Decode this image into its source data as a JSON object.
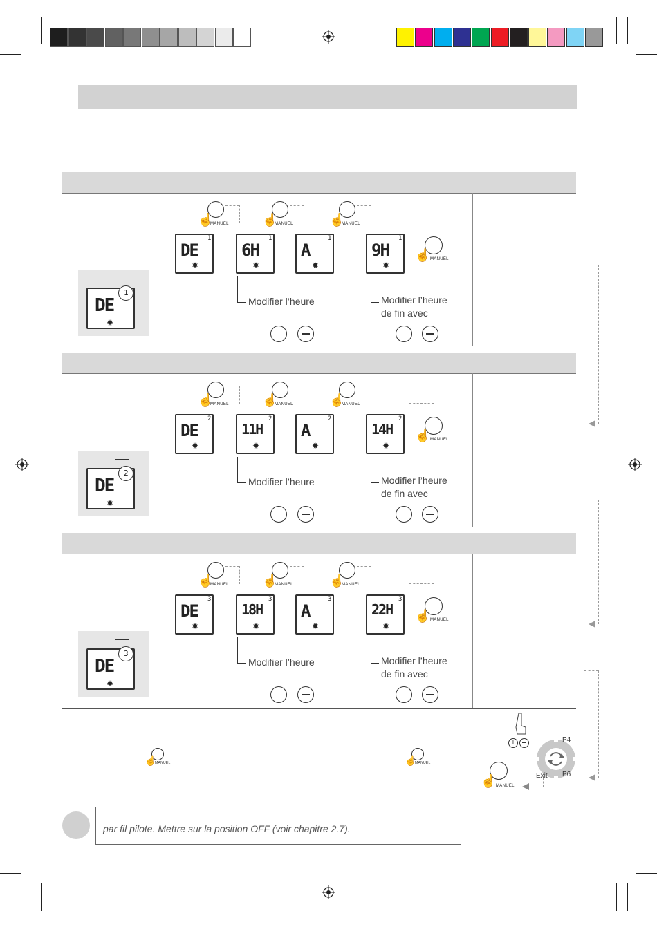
{
  "rows": [
    {
      "index": "1",
      "sidebar_display": "DE",
      "steps": [
        "DE",
        "6H",
        "A",
        "9H"
      ],
      "label_start": "Modifier l’heure",
      "label_end_line1": "Modifier l’heure",
      "label_end_line2": "de fin avec"
    },
    {
      "index": "2",
      "sidebar_display": "DE",
      "steps": [
        "DE",
        "11H",
        "A",
        "14H"
      ],
      "label_start": "Modifier l’heure",
      "label_end_line1": "Modifier l’heure",
      "label_end_line2": "de fin avec"
    },
    {
      "index": "3",
      "sidebar_display": "DE",
      "steps": [
        "DE",
        "18H",
        "A",
        "22H"
      ],
      "label_start": "Modifier l’heure",
      "label_end_line1": "Modifier l’heure",
      "label_end_line2": "de fin avec"
    }
  ],
  "button_label": "MANUEL",
  "dial": {
    "p4": "P4",
    "p6": "P6",
    "exit": "Exit"
  },
  "footer_text": "par fil pilote. Mettre sur la position OFF (voir chapitre 2.7).",
  "colors": {
    "grey_swatches": [
      "#1e1e1e",
      "#333333",
      "#4a4a4a",
      "#616161",
      "#787878",
      "#8f8f8f",
      "#a6a6a6",
      "#bdbdbd",
      "#d4d4d4",
      "#ebebeb",
      "#ffffff"
    ],
    "color_swatches": [
      "#fff200",
      "#ec008c",
      "#00aeef",
      "#2e3192",
      "#00a651",
      "#ed1c24",
      "#231f20",
      "#fff799",
      "#f49ac1",
      "#7fd4f5",
      "#999999"
    ]
  }
}
